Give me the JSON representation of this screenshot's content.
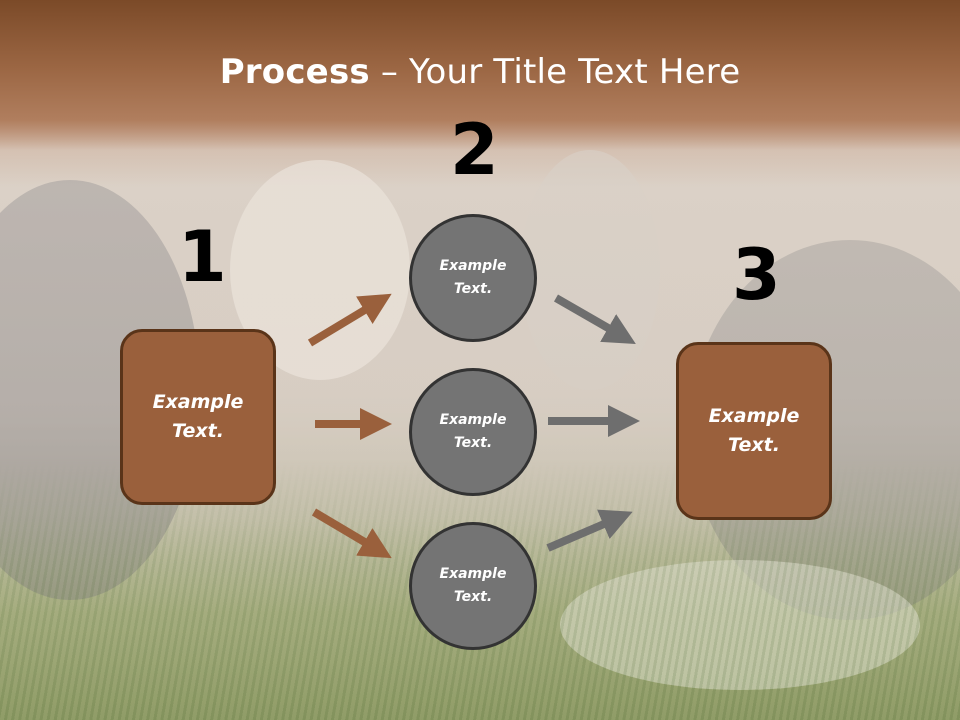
{
  "title": {
    "bold": "Process",
    "rest": " – Your Title Text Here"
  },
  "steps": {
    "one": "1",
    "two": "2",
    "three": "3"
  },
  "left_box": {
    "text": "Example Text."
  },
  "right_box": {
    "text": "Example Text."
  },
  "circles": [
    {
      "text": "Example Text."
    },
    {
      "text": "Example Text."
    },
    {
      "text": "Example Text."
    }
  ],
  "colors": {
    "box_fill": "#9a603c",
    "box_border": "#5a3419",
    "circle_fill": "#747474",
    "brown_arrow": "#9a603c",
    "gray_arrow": "#6e6e6e"
  }
}
